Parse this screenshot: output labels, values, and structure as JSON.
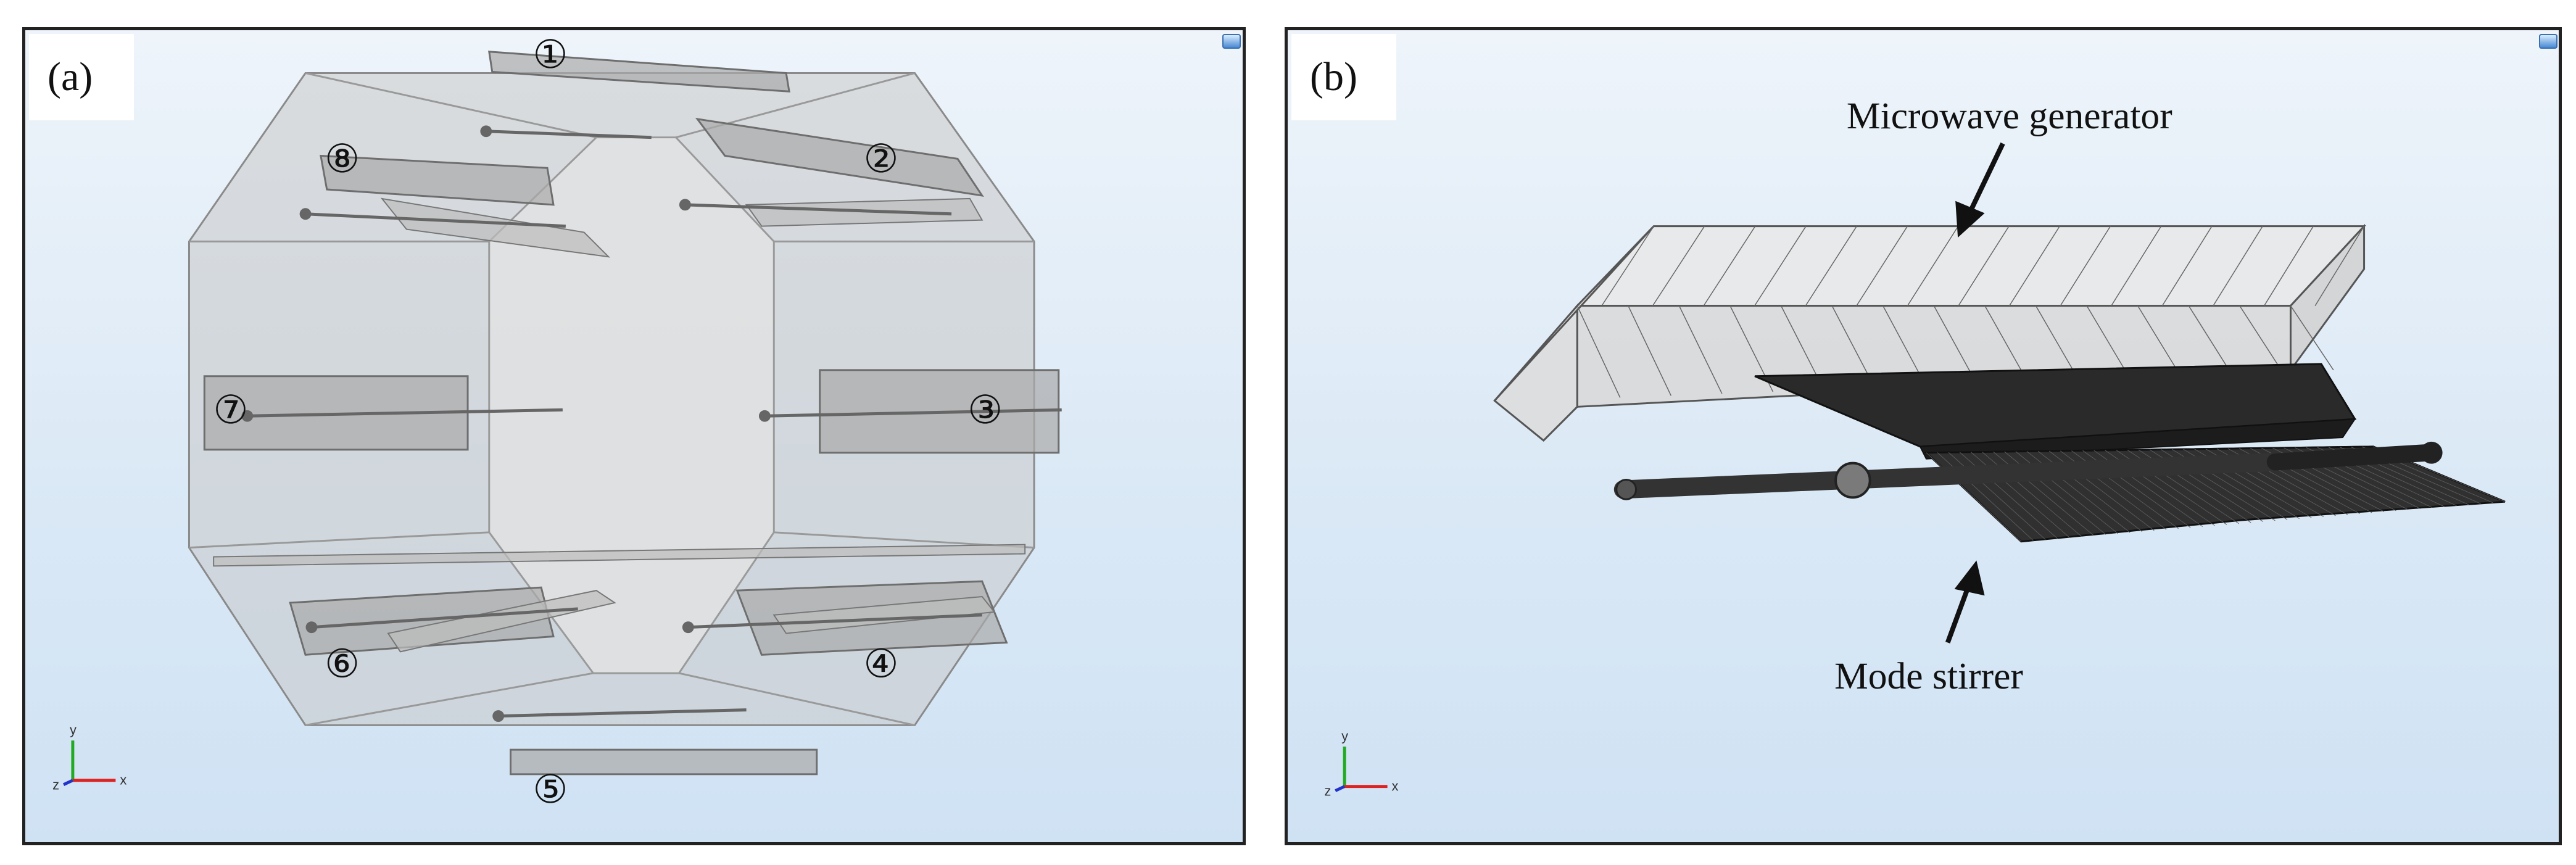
{
  "panel_a": {
    "label": "(a)",
    "ports": [
      {
        "number": "1",
        "symbol": "①"
      },
      {
        "number": "2",
        "symbol": "②"
      },
      {
        "number": "3",
        "symbol": "③"
      },
      {
        "number": "4",
        "symbol": "④"
      },
      {
        "number": "5",
        "symbol": "⑤"
      },
      {
        "number": "6",
        "symbol": "⑥"
      },
      {
        "number": "7",
        "symbol": "⑦"
      },
      {
        "number": "8",
        "symbol": "⑧"
      }
    ],
    "axis": {
      "y": "y",
      "x": "x",
      "z": "z"
    }
  },
  "panel_b": {
    "label": "(b)",
    "annotations": {
      "generator": "Microwave generator",
      "stirrer": "Mode stirrer"
    },
    "axis": {
      "y": "y",
      "x": "x",
      "z": "z"
    }
  },
  "colors": {
    "frame": "#222222",
    "background_top": "#eef4fa",
    "background_bottom": "#cfe2f4",
    "mesh_dark": "#1a1a1a",
    "mesh_light": "#dedede"
  }
}
